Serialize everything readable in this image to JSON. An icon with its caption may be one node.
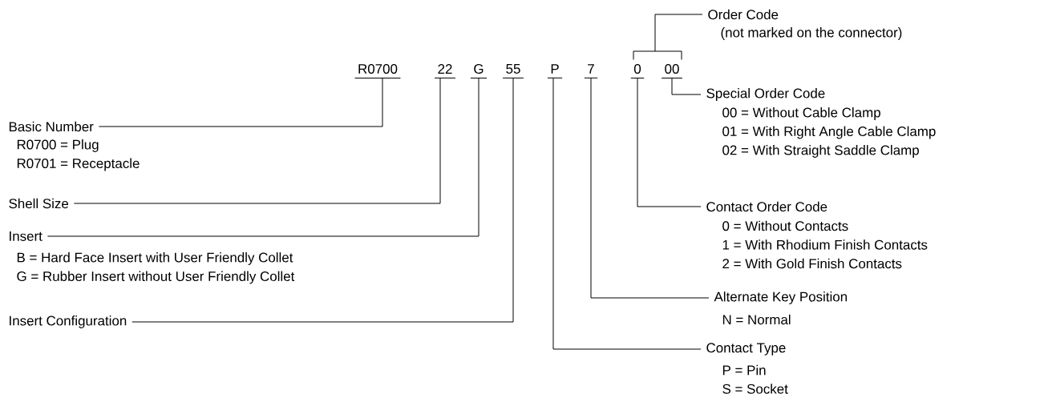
{
  "diagram": {
    "nodes": [
      {
        "text": [
          "R0700"
        ]
      },
      {
        "text": [
          "22"
        ]
      },
      {
        "text": [
          "G"
        ]
      },
      {
        "text": [
          "55"
        ]
      },
      {
        "text": [
          "P"
        ]
      },
      {
        "text": [
          "7"
        ]
      },
      {
        "text": [
          "0"
        ]
      },
      {
        "text": [
          "00"
        ]
      },
      {
        "text": [
          "Order Code",
          "(not marked on the connector)"
        ]
      },
      {
        "text": [
          "Basic Number",
          "R0700 = Plug",
          "R0701 = Receptacle"
        ]
      },
      {
        "text": [
          "Shell Size"
        ]
      },
      {
        "text": [
          "Insert",
          "B = Hard Face Insert with User Friendly Collet",
          "G = Rubber Insert without User Friendly Collet"
        ]
      },
      {
        "text": [
          "Insert Configuration"
        ]
      },
      {
        "text": [
          "Special Order Code",
          "00 = Without Cable Clamp",
          "01 = With Right Angle Cable Clamp",
          "02 = With Straight Saddle Clamp"
        ]
      },
      {
        "text": [
          "Contact Order Code",
          "0 = Without Contacts",
          "1 = With Rhodium Finish Contacts",
          "2 = With Gold Finish Contacts"
        ]
      },
      {
        "text": [
          "Alternate Key Position",
          "N = Normal"
        ]
      },
      {
        "text": [
          "Contact Type",
          "P = Pin",
          "S = Socket"
        ]
      }
    ],
    "edges": [
      {
        "from": 0,
        "to": 9,
        "arrow": "none"
      },
      {
        "from": 1,
        "to": 10,
        "arrow": "none"
      },
      {
        "from": 2,
        "to": 11,
        "arrow": "none"
      },
      {
        "from": 3,
        "to": 12,
        "arrow": "none"
      },
      {
        "from": 4,
        "to": 16,
        "arrow": "none"
      },
      {
        "from": 5,
        "to": 15,
        "arrow": "none"
      },
      {
        "from": 6,
        "to": 14,
        "arrow": "none"
      },
      {
        "from": 7,
        "to": 13,
        "arrow": "none"
      },
      {
        "from": 6,
        "to": 8,
        "arrow": "none"
      },
      {
        "from": 7,
        "to": 8,
        "arrow": "none"
      }
    ]
  }
}
